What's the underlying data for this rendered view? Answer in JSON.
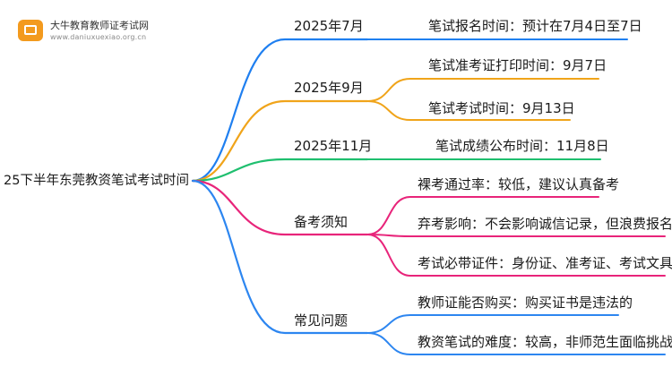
{
  "logo": {
    "name": "大牛教育教师证考试网",
    "url": "www.daniuxuexiao.org.cn",
    "icon": "book-logo-icon"
  },
  "root": {
    "label": "25下半年东莞教资笔试考试时间"
  },
  "branch_colors": {
    "jul": "#1f7ff0",
    "sep": "#f0a41a",
    "nov": "#1fbf6f",
    "prep": "#e8247a",
    "faq": "#2d86f0"
  },
  "branches": [
    {
      "key": "jul",
      "label": "2025年7月",
      "children": [
        "笔试报名时间：预计在7月4日至7日"
      ]
    },
    {
      "key": "sep",
      "label": "2025年9月",
      "children": [
        "笔试准考证打印时间：9月7日",
        "笔试考试时间：9月13日"
      ]
    },
    {
      "key": "nov",
      "label": "2025年11月",
      "children": [
        "笔试成绩公布时间：11月8日"
      ]
    },
    {
      "key": "prep",
      "label": "备考须知",
      "children": [
        "裸考通过率：较低，建议认真备考",
        "弃考影响：不会影响诚信记录，但浪费报名费",
        "考试必带证件：身份证、准考证、考试文具"
      ]
    },
    {
      "key": "faq",
      "label": "常见问题",
      "children": [
        "教师证能否购买：购买证书是违法的",
        "教资笔试的难度：较高，非师范生面临挑战"
      ]
    }
  ]
}
